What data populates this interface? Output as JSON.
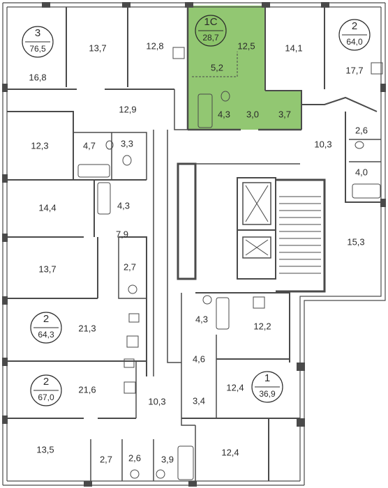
{
  "highlight_color": "#8cc46a",
  "apartments": [
    {
      "id": "apt-3-76-5",
      "type": "3",
      "total": "76,5"
    },
    {
      "id": "apt-1c-28-7",
      "type": "1С",
      "total": "28,7"
    },
    {
      "id": "apt-2-64-0",
      "type": "2",
      "total": "64,0"
    },
    {
      "id": "apt-2-64-3",
      "type": "2",
      "total": "64,3"
    },
    {
      "id": "apt-2-67-0",
      "type": "2",
      "total": "67,0"
    },
    {
      "id": "apt-1-36-9",
      "type": "1",
      "total": "36,9"
    }
  ],
  "rooms": [
    "16,8",
    "13,7",
    "12,8",
    "12,5",
    "5,2",
    "4,3",
    "3,0",
    "3,7",
    "14,1",
    "17,7",
    "12,9",
    "10,3",
    "2,6",
    "4,0",
    "12,3",
    "4,7",
    "3,3",
    "14,4",
    "4,3",
    "7,9",
    "15,3",
    "13,7",
    "2,7",
    "4,3",
    "12,2",
    "21,3",
    "4,6",
    "21,6",
    "12,4",
    "10,3",
    "3,4",
    "13,5",
    "2,7",
    "2,6",
    "3,9",
    "12,4"
  ]
}
